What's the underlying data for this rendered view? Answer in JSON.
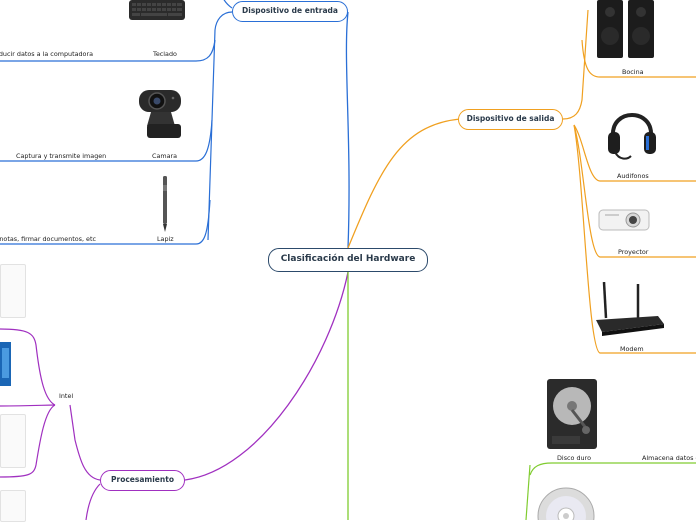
{
  "root": {
    "label": "Clasificación del Hardware",
    "color": "#2c4a6b"
  },
  "branches": {
    "entrada": {
      "label": "Dispositivo de entrada",
      "color": "#2a6fd6"
    },
    "salida": {
      "label": "Dispositivo de salida",
      "color": "#f0a020"
    },
    "procesamiento": {
      "label": "Procesamiento",
      "color": "#a030c0"
    },
    "almacenamiento_color": "#80cc30"
  },
  "entrada_items": {
    "teclado": {
      "name": "Teclado",
      "desc": "Introducir datos a la computadora",
      "icon": "keyboard-icon"
    },
    "camara": {
      "name": "Camara",
      "desc": "Captura y transmite imagen",
      "icon": "webcam-icon"
    },
    "lapiz": {
      "name": "Lapiz",
      "desc": "Tomar notas, firmar documentos, etc",
      "icon": "stylus-icon"
    }
  },
  "salida_items": {
    "bocina": {
      "name": "Bocina",
      "icon": "speaker-icon"
    },
    "audifonos": {
      "name": "Audifonos",
      "icon": "headphones-icon"
    },
    "proyector": {
      "name": "Proyector",
      "icon": "projector-icon"
    },
    "modem": {
      "name": "Modem",
      "icon": "router-icon"
    }
  },
  "procesamiento_items": {
    "intel": {
      "name": "Intel",
      "icon": "processor-icon"
    }
  },
  "almacenamiento_items": {
    "disco": {
      "name": "Disco duro",
      "desc": "Almacena datos de",
      "icon": "hard-drive-icon"
    },
    "cd": {
      "icon": "disc-icon"
    }
  }
}
